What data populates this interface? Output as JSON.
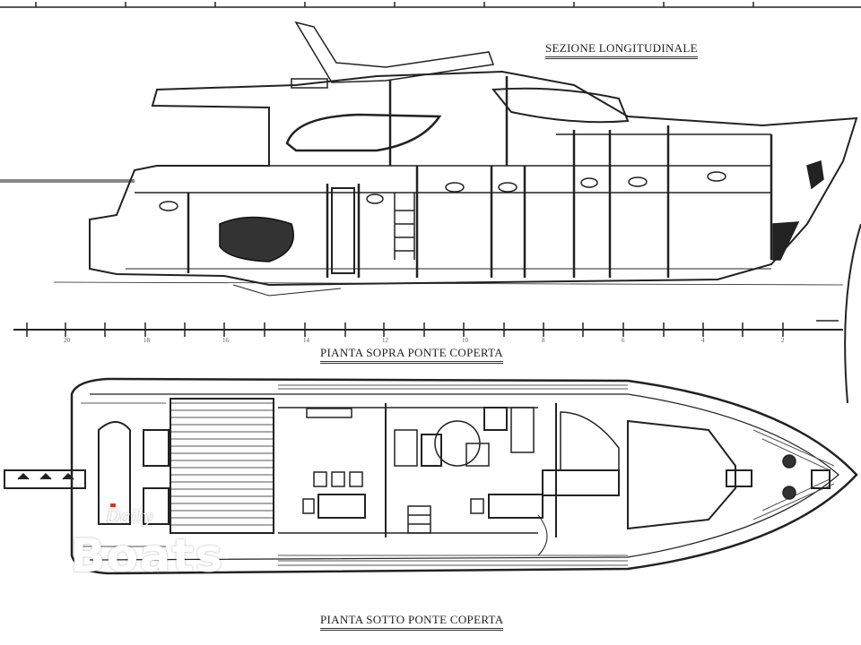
{
  "titles": {
    "section": "SEZIONE LONGITUDINALE",
    "upper_plan": "PIANTA SOPRA PONTE COPERTA",
    "lower_plan": "PIANTA SOTTO PONTE COPERTA"
  },
  "scale": {
    "tick_labels": [
      "20",
      "18",
      "16",
      "14",
      "12",
      "10",
      "8",
      "6",
      "4",
      "2"
    ]
  },
  "watermark": {
    "line1": "Daily",
    "line2": "Boats",
    "accent_color": "#dd3322"
  },
  "colors": {
    "ink": "#222222",
    "deck_hatch": "#555555",
    "background": "#ffffff"
  }
}
